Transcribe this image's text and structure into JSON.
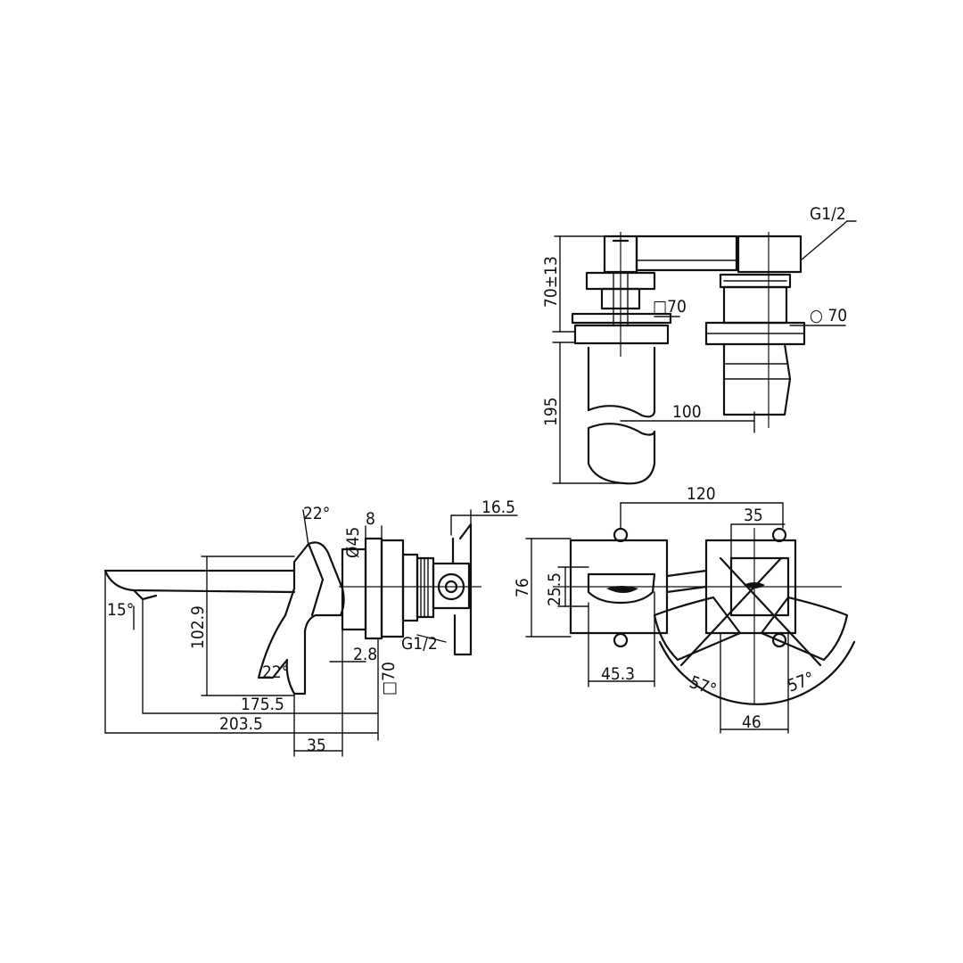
{
  "drawing": {
    "top_view": {
      "thread_callout": "G1/2",
      "dim_vertical_top": "70±13",
      "dim_square_plate": "□70",
      "dim_round_plate": "○ 70",
      "dim_spout_height": "195",
      "dim_centers": "100"
    },
    "side_view": {
      "angle_top": "22°",
      "angle_bottom": "22°",
      "angle_spout": "15°",
      "dim_diameter": "Ø45",
      "dim_plate_thickness": "8",
      "dim_right_offset": "16.5",
      "dim_height": "102.9",
      "dim_gap": "2.8",
      "dim_square_plate": "□70",
      "thread_callout": "G1/2",
      "dim_reach_inner": "175.5",
      "dim_reach_total": "203.5",
      "dim_handle": "35"
    },
    "front_view": {
      "dim_total_width": "120",
      "dim_handle_width": "35",
      "dim_height": "76",
      "dim_outlet": "25.5",
      "dim_spout_width": "45.3",
      "angle_left": "57°",
      "angle_right": "57°",
      "dim_bottom": "46"
    }
  }
}
